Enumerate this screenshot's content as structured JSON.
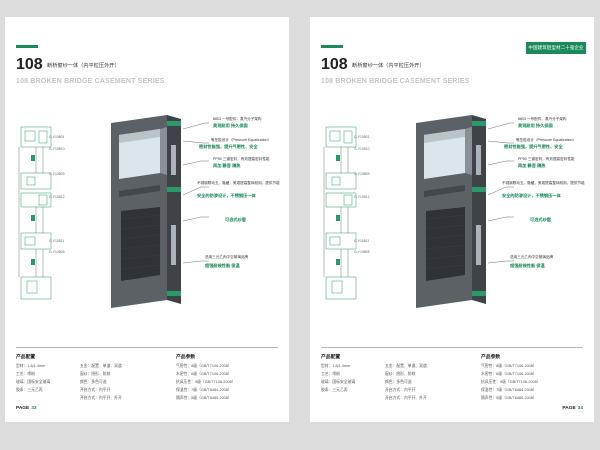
{
  "pages": [
    {
      "model": "108",
      "title_cn": "断桥窗纱一体（内平粒压外开）",
      "title_en": "108 BROKEN BRIDGE CASEMENT SERIES",
      "badge": "",
      "codes": [
        "G-Y10801",
        "G-Y10810",
        "G-Y10809",
        "G-Y10812",
        "G-Y10811",
        "G-Y10805"
      ],
      "annotations": [
        {
          "l1": "8803 一号配件，蒸汽分子架构",
          "l2": "美观耐用 持久保固"
        },
        {
          "l1": "等压腔设计（Pressure Equalization）",
          "l2": "密封性能强，提升气密性、安全"
        },
        {
          "l1": "PP50 三道密封，有效提高密封性能",
          "l2": "再加 静音 隔热"
        },
        {
          "l1": "不锈钢联动五，隐藏，美观提高整体耐用，提供节能",
          "l2": "安全的防渗设计，不锈钢压一体"
        },
        {
          "l1": "",
          "l2": "可选式纱窗"
        },
        {
          "l1": "选用三元乙丙中空玻璃品牌",
          "l2": "超强耐候性能 保温"
        }
      ],
      "section_titles": [
        "产品配置",
        "产品参数"
      ],
      "specs_left": [
        "型材：1.8/1.4mm",
        "工艺：喷粉",
        "玻璃：国标安全玻璃",
        "胶条：三元乙丙"
      ],
      "specs_mid": [
        "五金：配置、单道、双道",
        "窗纱：隐形、防蚊",
        "颜色：多色可选",
        "开启方式：内平开",
        "开启方式：内平开、外开"
      ],
      "specs_right": [
        "气密性：8级（GB/T7106-2008）",
        "水密性：6级（GB/T7106-2008）",
        "抗风压性：9级（GB/T7106-2008）",
        "保温性：7级（GB/T8484-2008）",
        "隔声性：5级（GB/T8485-2008）"
      ],
      "page_label": "PAGE",
      "page_number": "33"
    },
    {
      "model": "108",
      "title_cn": "断桥窗纱一体（内平粒压外开）",
      "title_en": "108 BROKEN BRIDGE CASEMENT SERIES",
      "badge": "中国建筑铝型材二十强企业",
      "codes": [
        "G-Y10801",
        "G-Y10810",
        "G-Y10809",
        "G-Y10812",
        "G-Y10811",
        "G-Y10805"
      ],
      "annotations": [
        {
          "l1": "8803 一号配件，蒸汽分子架构",
          "l2": "美观耐用 持久保固"
        },
        {
          "l1": "等压腔设计（Pressure Equalization）",
          "l2": "密封性能强，提升气密性、安全"
        },
        {
          "l1": "PP50 三道密封，有效提高密封性能",
          "l2": "再加 静音 隔热"
        },
        {
          "l1": "不锈钢联动五，隐藏，美观提高整体耐用，提供节能",
          "l2": "安全的防渗设计，不锈钢压一体"
        },
        {
          "l1": "",
          "l2": "可选式纱窗"
        },
        {
          "l1": "选用三元乙丙中空玻璃品牌",
          "l2": "超强耐候性能 保温"
        }
      ],
      "section_titles": [
        "产品配置",
        "产品参数"
      ],
      "specs_left": [
        "型材：1.8/1.4mm",
        "工艺：喷粉",
        "玻璃：国标安全玻璃",
        "胶条：三元乙丙"
      ],
      "specs_mid": [
        "五金：配置、单道、双道",
        "窗纱：隐形、防蚊",
        "颜色：多色可选",
        "开启方式：内平开",
        "开启方式：内平开、外开"
      ],
      "specs_right": [
        "气密性：8级（GB/T7106-2008）",
        "水密性：6级（GB/T7106-2008）",
        "抗风压性：9级（GB/T7106-2008）",
        "保温性：7级（GB/T8484-2008）",
        "隔声性：5级（GB/T8485-2008）"
      ],
      "page_label": "PAGE",
      "page_number": "34"
    }
  ],
  "colors": {
    "accent": "#1a8a5a",
    "frame": "#5c6166",
    "frame_dark": "#3f4347",
    "glass": "#dbe6ec",
    "screen": "#2f3337"
  }
}
